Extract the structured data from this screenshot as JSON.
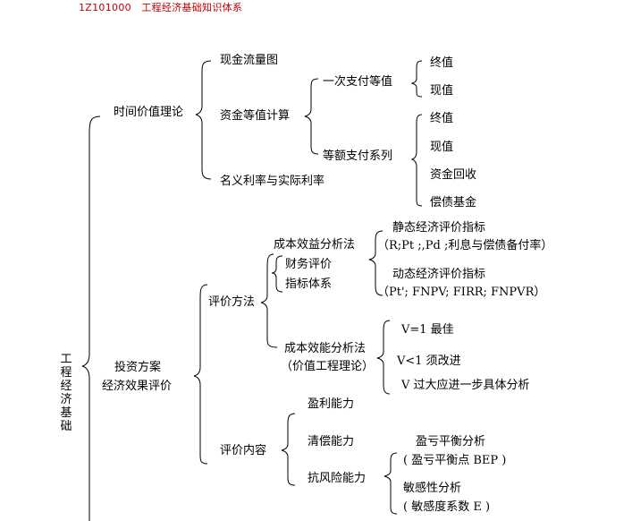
{
  "header": "1Z101000　工程经济基础知识体系",
  "root": "工程经济基础",
  "time_value": {
    "title": "时间价值理论",
    "cash_flow": "现金流量图",
    "equivalent_calc": "资金等值计算",
    "single_payment": "一次支付等值",
    "single_items": [
      "终值",
      "现值"
    ],
    "uniform_series": "等额支付系列",
    "uniform_items": [
      "终值",
      "现值",
      "资金回收",
      "偿债基金"
    ],
    "nominal_rate": "名义利率与实际利率"
  },
  "investment": {
    "title_line1": "投资方案",
    "title_line2": "经济效果评价",
    "methods": "评价方法",
    "cost_benefit": "成本效益分析法",
    "financial_line1": "财务评价",
    "financial_line2": "指标体系",
    "static_title": "静态经济评价指标",
    "static_detail": "（R;Pt ;,Pd ;利息与偿债备付率）",
    "dynamic_title": "动态经济评价指标",
    "dynamic_detail": "（Pt'; FNPV; FIRR; FNPVR）",
    "cost_effect_line1": "成本效能分析法",
    "cost_effect_line2": "（价值工程理论）",
    "v_items": [
      "V=1 最佳",
      "V<1 须改进",
      "V 过大应进一步具体分析"
    ],
    "contents": "评价内容",
    "profit": "盈利能力",
    "solvency": "清偿能力",
    "risk": "抗风险能力",
    "breakeven_title": "盈亏平衡分析",
    "breakeven_detail": "( 盈亏平衡点 BEP )",
    "sensitivity_title": "敏感性分析",
    "sensitivity_detail": "( 敏感度系数 E )"
  }
}
